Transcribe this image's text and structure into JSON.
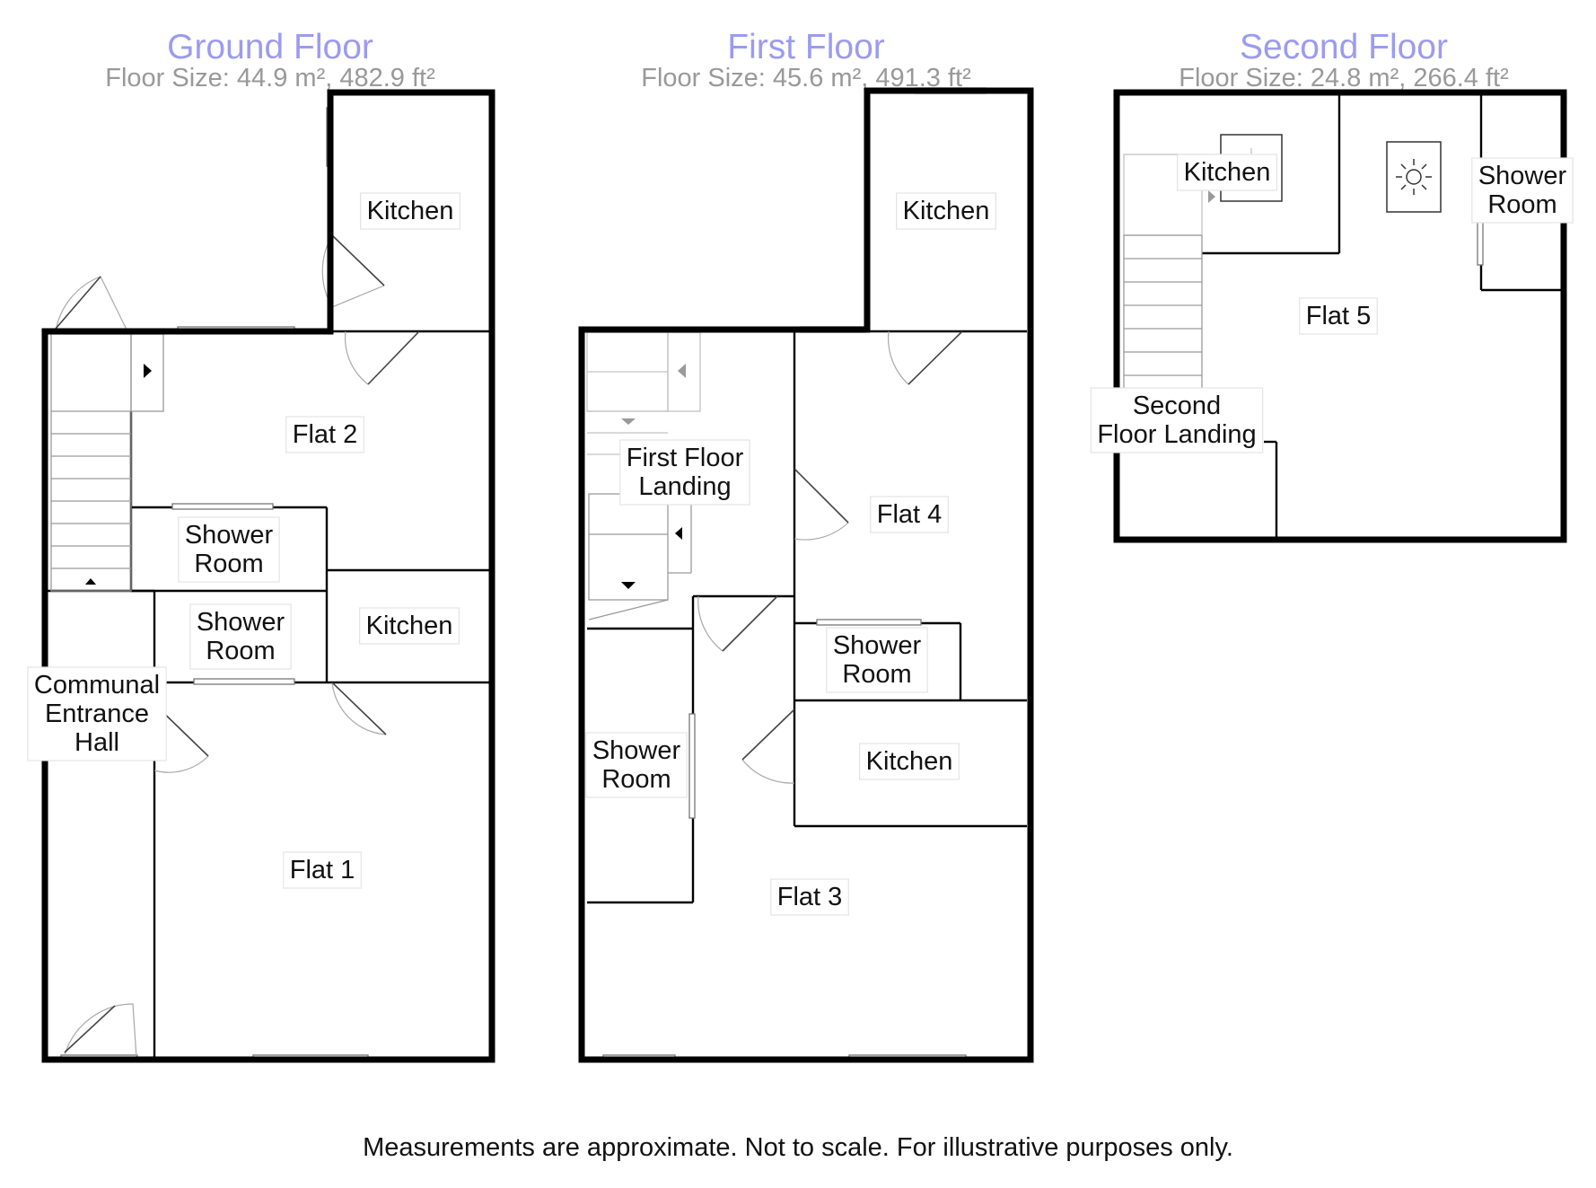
{
  "colors": {
    "floor_title": "#9b9bf0",
    "floor_size": "#999999",
    "wall": "#000000",
    "text": "#111111"
  },
  "floors": [
    {
      "title": "Ground Floor",
      "size": "Floor Size: 44.9 m², 482.9 ft²",
      "rooms": [
        {
          "name": "Kitchen",
          "lines": [
            "Kitchen"
          ]
        },
        {
          "name": "Flat 2",
          "lines": [
            "Flat 2"
          ]
        },
        {
          "name": "Shower Room",
          "lines": [
            "Shower",
            "Room"
          ]
        },
        {
          "name": "Shower Room",
          "lines": [
            "Shower",
            "Room"
          ]
        },
        {
          "name": "Kitchen",
          "lines": [
            "Kitchen"
          ]
        },
        {
          "name": "Communal Entrance Hall",
          "lines": [
            "Communal",
            "Entrance",
            "Hall"
          ]
        },
        {
          "name": "Flat 1",
          "lines": [
            "Flat 1"
          ]
        }
      ]
    },
    {
      "title": "First Floor",
      "size": "Floor Size: 45.6 m², 491.3 ft²",
      "rooms": [
        {
          "name": "Kitchen",
          "lines": [
            "Kitchen"
          ]
        },
        {
          "name": "First Floor Landing",
          "lines": [
            "First Floor",
            "Landing"
          ]
        },
        {
          "name": "Flat 4",
          "lines": [
            "Flat 4"
          ]
        },
        {
          "name": "Shower Room",
          "lines": [
            "Shower",
            "Room"
          ]
        },
        {
          "name": "Kitchen",
          "lines": [
            "Kitchen"
          ]
        },
        {
          "name": "Shower Room",
          "lines": [
            "Shower",
            "Room"
          ]
        },
        {
          "name": "Flat 3",
          "lines": [
            "Flat 3"
          ]
        }
      ]
    },
    {
      "title": "Second Floor",
      "size": "Floor Size: 24.8 m², 266.4 ft²",
      "rooms": [
        {
          "name": "Kitchen",
          "lines": [
            "Kitchen"
          ]
        },
        {
          "name": "Shower Room",
          "lines": [
            "Shower",
            "Room"
          ]
        },
        {
          "name": "Flat 5",
          "lines": [
            "Flat 5"
          ]
        },
        {
          "name": "Second Floor Landing",
          "lines": [
            "Second",
            "Floor Landing"
          ]
        }
      ]
    }
  ],
  "disclaimer": "Measurements are approximate. Not to scale. For illustrative purposes only."
}
